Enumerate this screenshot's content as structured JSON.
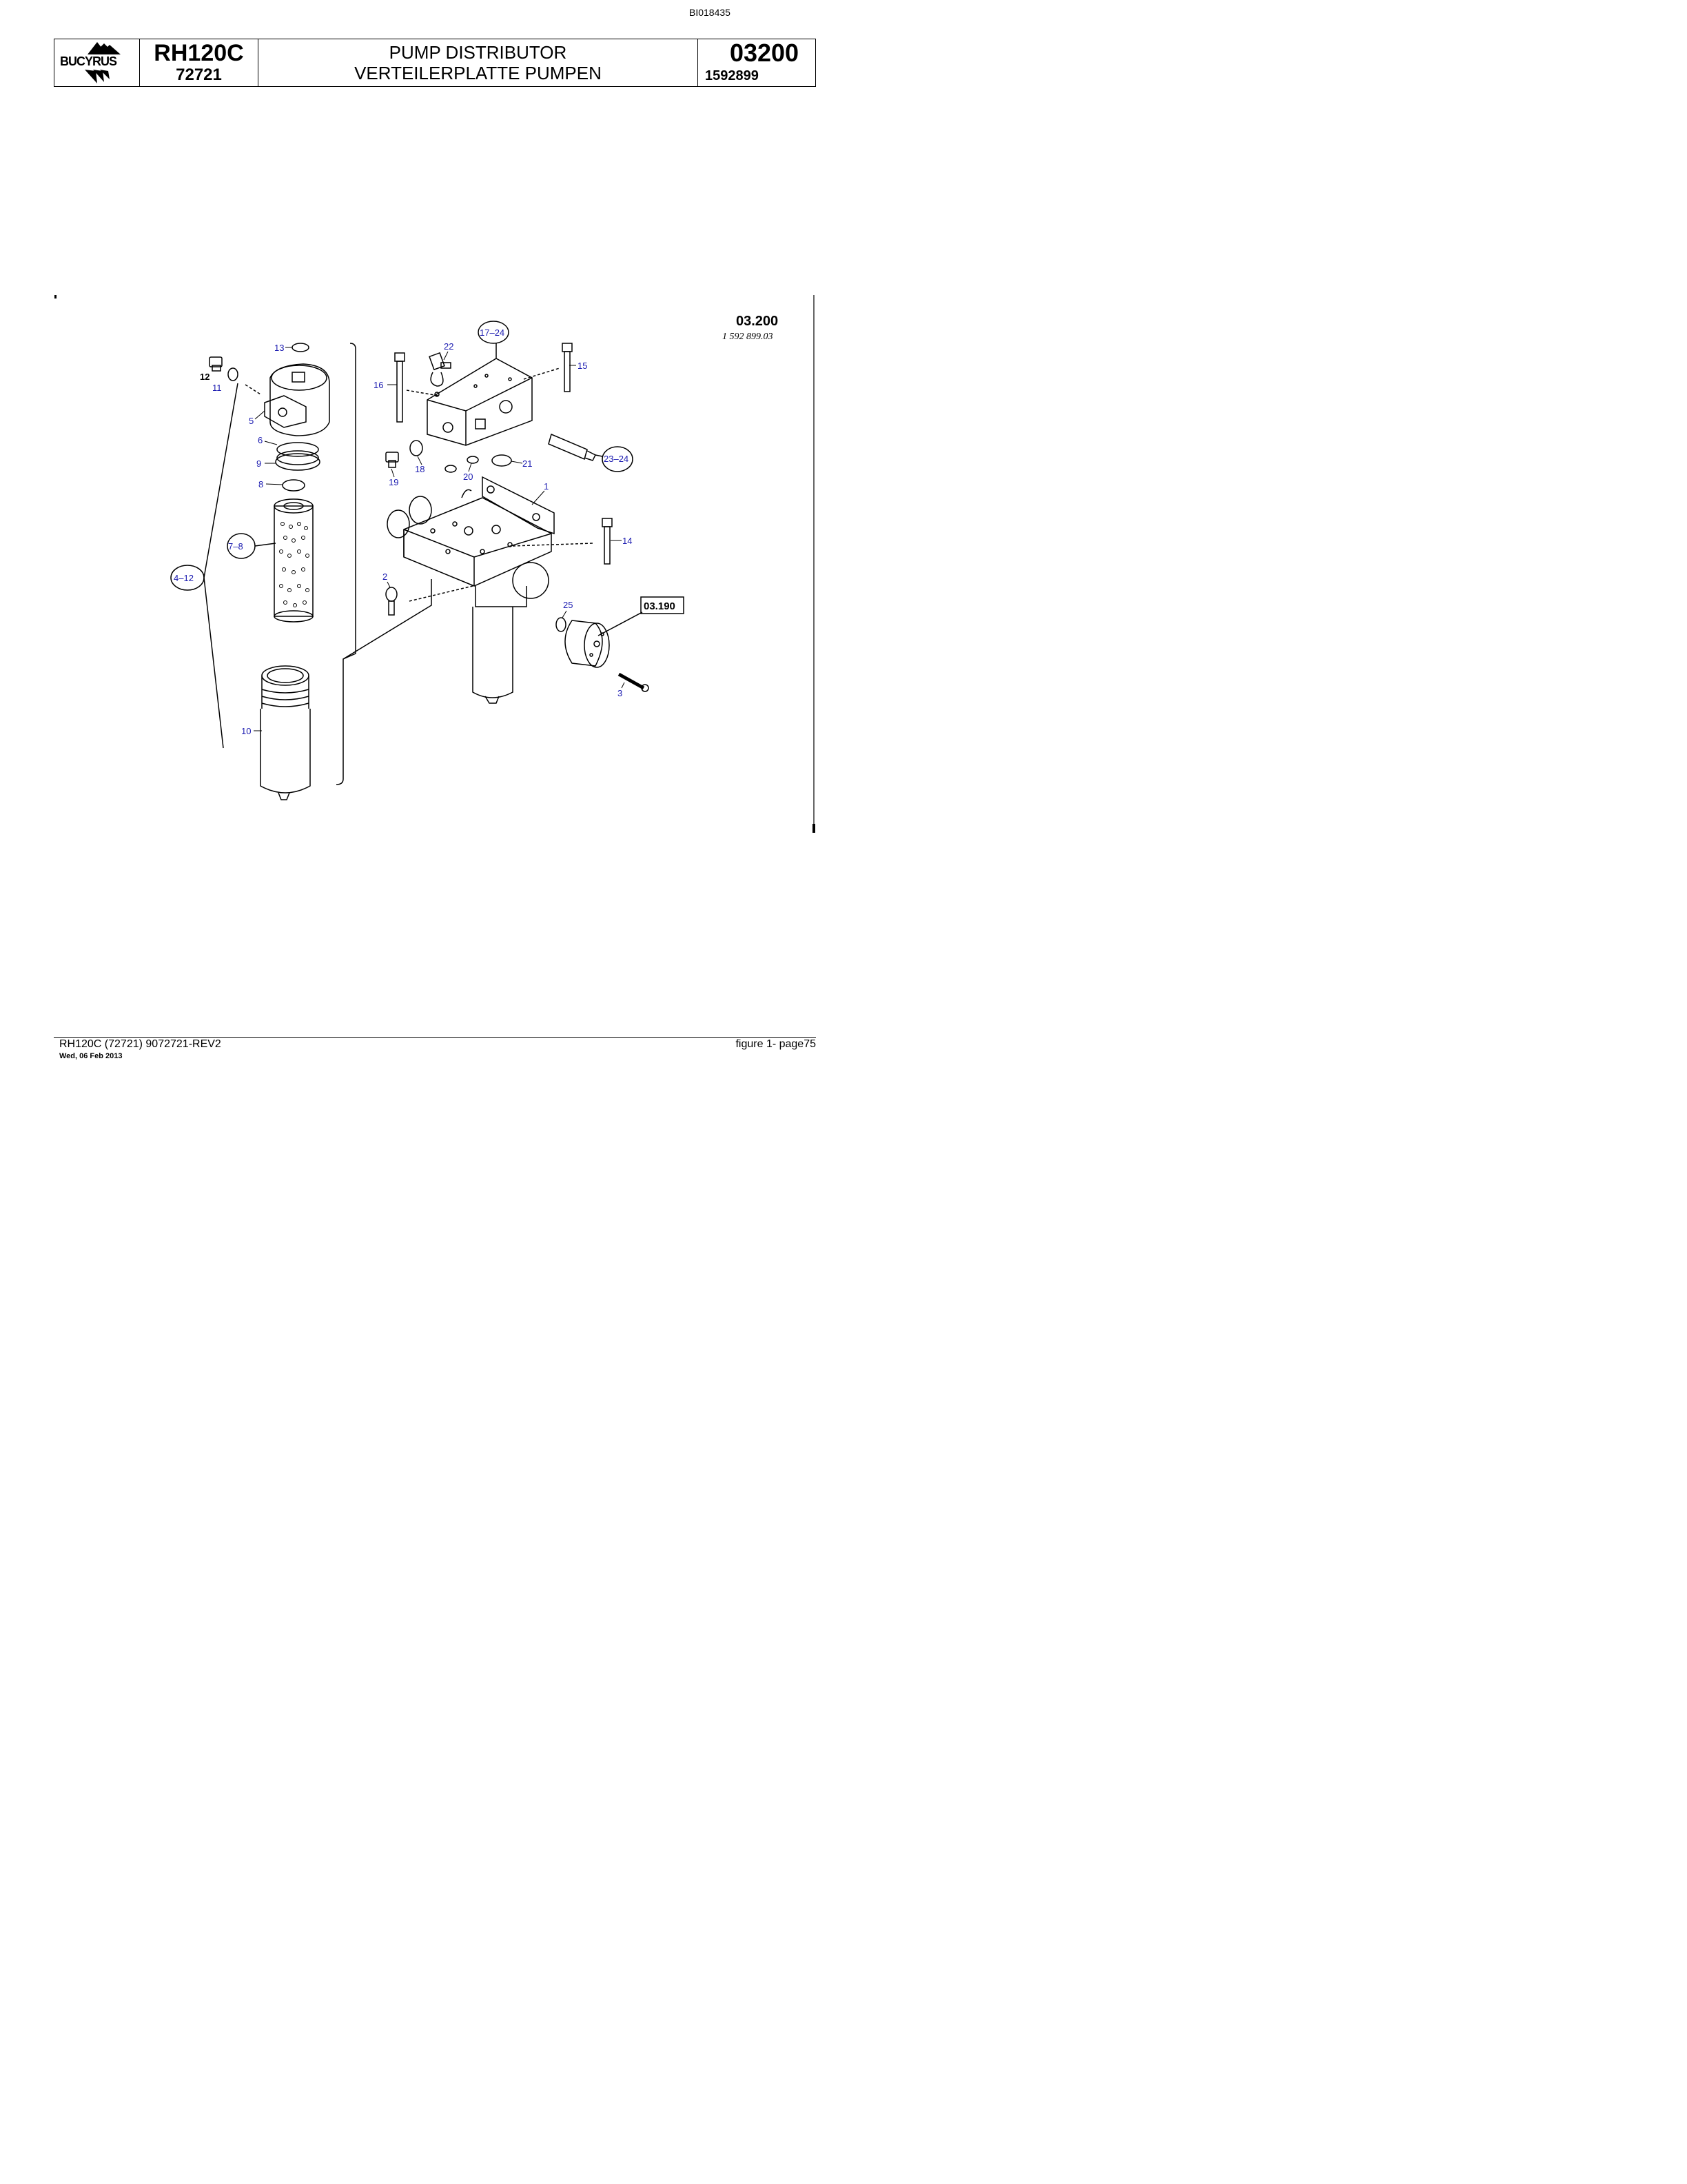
{
  "document": {
    "doc_id": "BI018435"
  },
  "header": {
    "logo_text": "BUCYRUS",
    "model": "RH120C",
    "serial": "72721",
    "title_en": "PUMP DISTRIBUTOR",
    "title_de": "VERTEILERPLATTE PUMPEN",
    "section": "03200",
    "part_number": "1592899"
  },
  "figure": {
    "ref_title": "03.200",
    "ref_number": "1 592 899.03",
    "callouts": [
      "1",
      "2",
      "3",
      "5",
      "6",
      "8",
      "9",
      "10",
      "11",
      "12",
      "13",
      "14",
      "15",
      "16",
      "18",
      "19",
      "20",
      "21",
      "22",
      "25"
    ],
    "groups": [
      "4–12",
      "7–8",
      "17–24",
      "23–24"
    ],
    "cross_reference": "03.190"
  },
  "footer": {
    "left": "RH120C (72721) 9072721-REV2",
    "date": "Wed, 06 Feb 2013",
    "right": "figure  1- page75"
  }
}
